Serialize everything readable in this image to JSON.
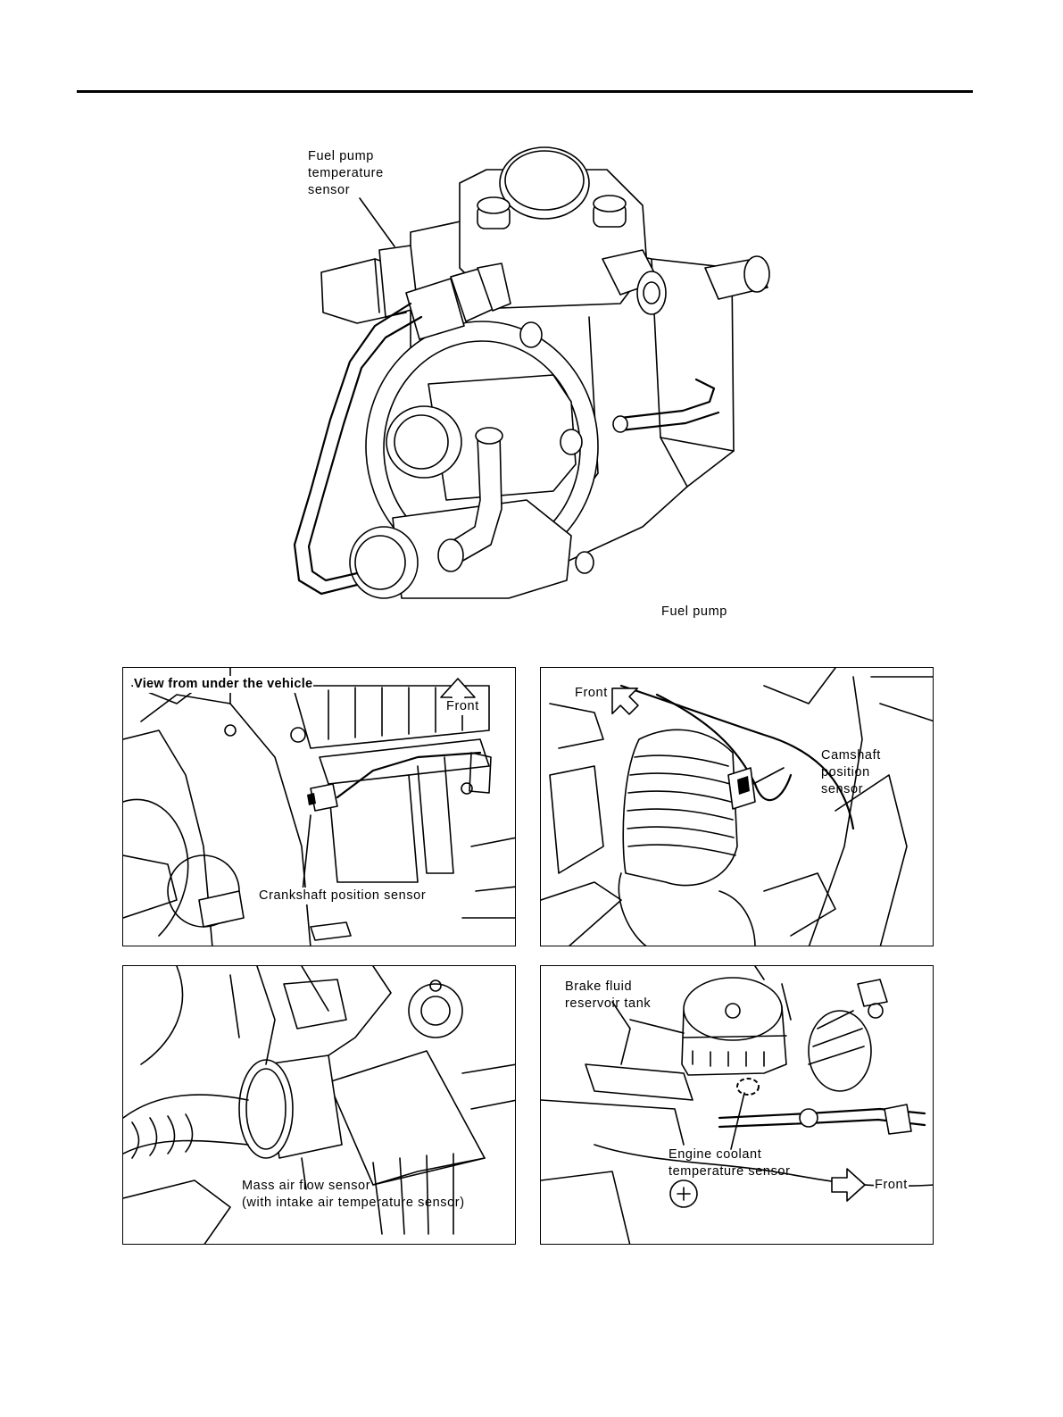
{
  "pump": {
    "sensor_label": [
      "Fuel pump",
      "temperature",
      "sensor"
    ],
    "caption": "Fuel pump"
  },
  "panels": {
    "crankshaft": {
      "header": "View from under the vehicle",
      "front": "Front",
      "label": "Crankshaft position sensor"
    },
    "camshaft": {
      "front": "Front",
      "label": [
        "Camshaft",
        "position",
        "sensor"
      ]
    },
    "maf": {
      "label": [
        "Mass air flow sensor",
        "(with intake air temperature sensor)"
      ]
    },
    "coolant": {
      "brake_label": [
        "Brake fluid",
        "reservoir tank"
      ],
      "label": [
        "Engine coolant",
        "temperature sensor"
      ],
      "front": "Front"
    }
  }
}
